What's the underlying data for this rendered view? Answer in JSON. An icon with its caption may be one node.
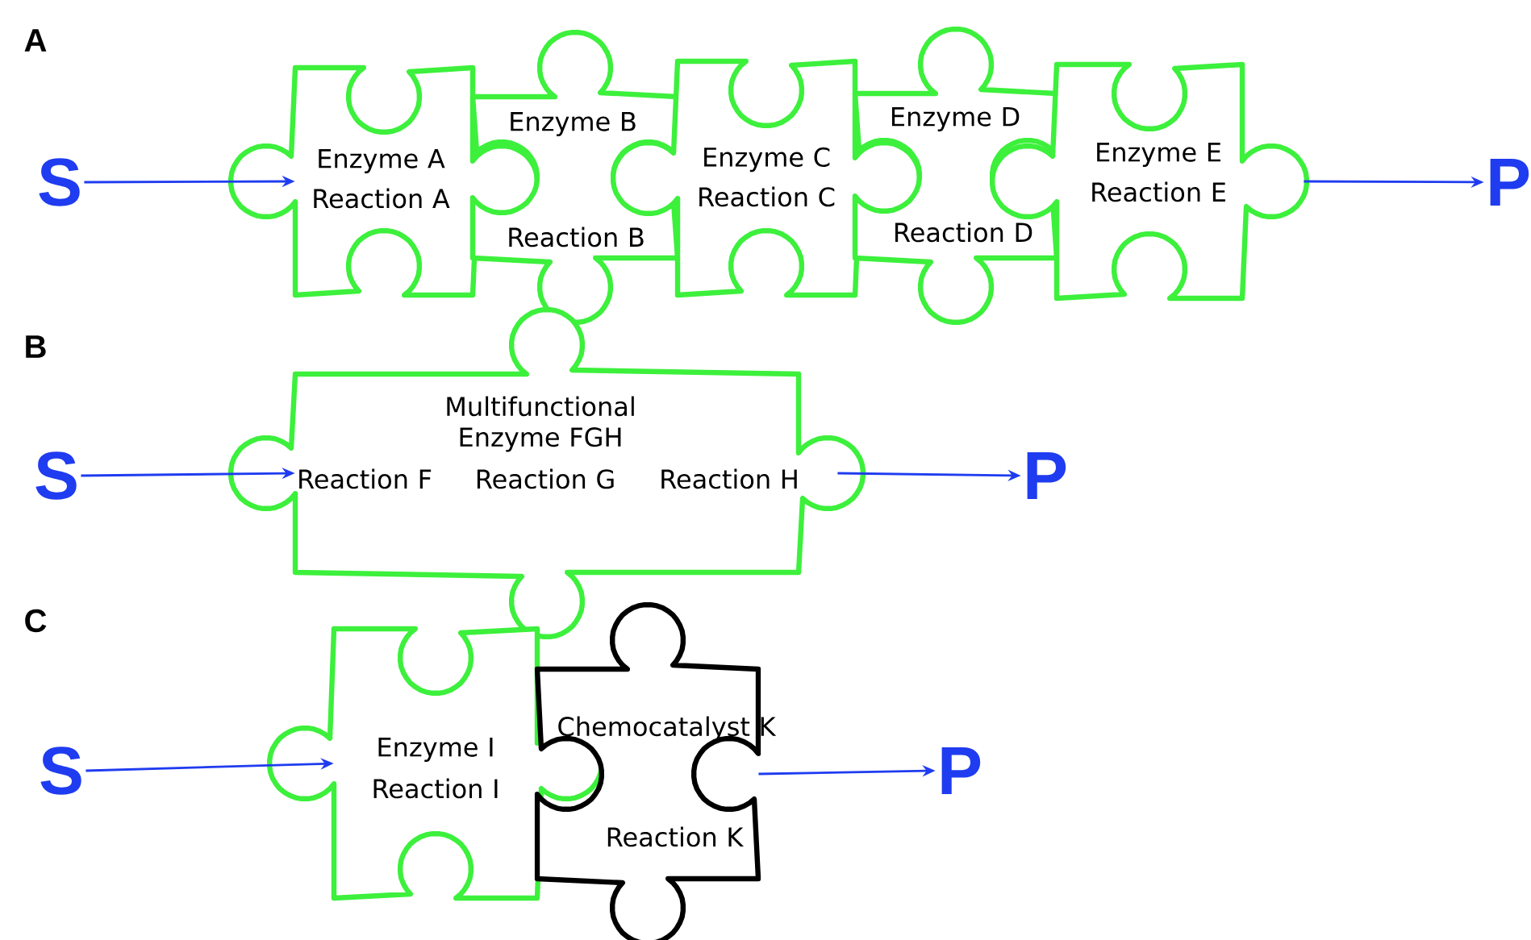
{
  "diagram": {
    "nodes": [
      {
        "text": [
          "S"
        ]
      },
      {
        "text": [
          "Enzyme A",
          "Reaction A"
        ]
      },
      {
        "text": [
          "Enzyme B",
          "Reaction B"
        ]
      },
      {
        "text": [
          "Enzyme C",
          "Reaction C"
        ]
      },
      {
        "text": [
          "Enzyme D",
          "Reaction D"
        ]
      },
      {
        "text": [
          "Enzyme E",
          "Reaction E"
        ]
      },
      {
        "text": [
          "P"
        ]
      },
      {
        "text": [
          "S"
        ]
      },
      {
        "text": [
          "Multifunctional Enzyme FGH",
          "Reaction F",
          "Reaction G",
          "Reaction H"
        ]
      },
      {
        "text": [
          "P"
        ]
      },
      {
        "text": [
          "S"
        ]
      },
      {
        "text": [
          "Enzyme I",
          "Reaction I"
        ]
      },
      {
        "text": [
          "Chemocatalyst K",
          "Reaction K"
        ]
      },
      {
        "text": [
          "P"
        ]
      }
    ],
    "edges": [
      {
        "from": 0,
        "to": 1,
        "arrow": "to"
      },
      {
        "from": 5,
        "to": 6,
        "arrow": "to"
      },
      {
        "from": 7,
        "to": 8,
        "arrow": "to"
      },
      {
        "from": 8,
        "to": 9,
        "arrow": "to"
      },
      {
        "from": 10,
        "to": 11,
        "arrow": "to"
      },
      {
        "from": 12,
        "to": 13,
        "arrow": "to"
      }
    ],
    "labels": [
      "A",
      "B",
      "C"
    ]
  }
}
